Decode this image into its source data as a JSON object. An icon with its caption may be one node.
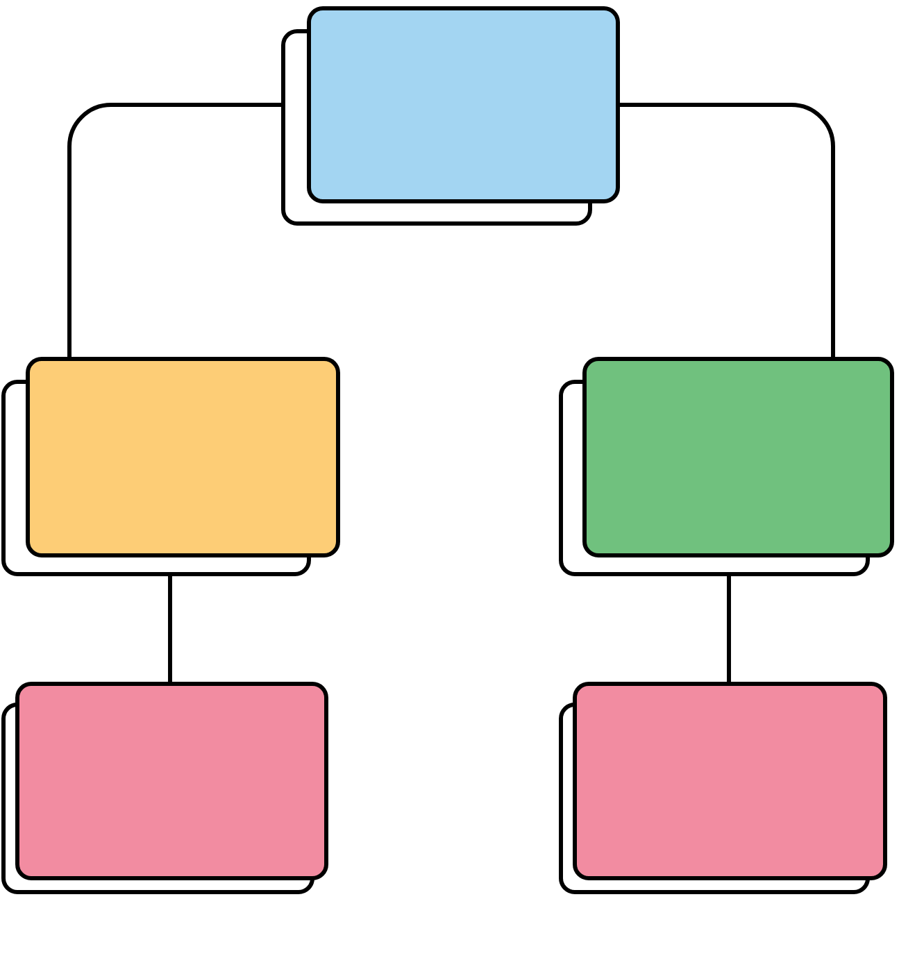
{
  "diagram": {
    "nodes": [
      {
        "text": [],
        "shape": "box"
      },
      {
        "text": [],
        "shape": "box"
      },
      {
        "text": [],
        "shape": "box"
      },
      {
        "text": [],
        "shape": "box"
      },
      {
        "text": [],
        "shape": "box"
      }
    ],
    "edges": [
      {
        "from": 0,
        "to": 1,
        "arrow": "none"
      },
      {
        "from": 0,
        "to": 2,
        "arrow": "none"
      },
      {
        "from": 1,
        "to": 3,
        "arrow": "none"
      },
      {
        "from": 2,
        "to": 4,
        "arrow": "none"
      }
    ]
  }
}
